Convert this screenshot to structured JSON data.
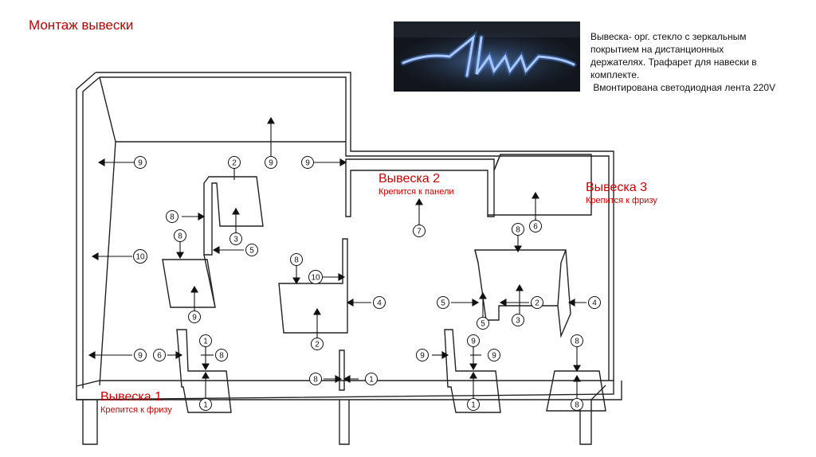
{
  "title": "Монтаж вывески",
  "description": [
    "Вывеска- орг. стекло с зеркальным",
    "покрытием на дистанционных",
    "держателях. Трафарет для навески в",
    "комплекте.",
    " Вмонтирована светодиодная лента 220V"
  ],
  "signs": [
    {
      "name": "Вывеска 1",
      "note": "Крепится к фризу"
    },
    {
      "name": "Вывеска 2",
      "note": "Крепится к панели"
    },
    {
      "name": "Вывеска 3",
      "note": "Крепится к фризу"
    }
  ],
  "callouts": [
    "9",
    "9",
    "9",
    "2",
    "8",
    "8",
    "3",
    "5",
    "10",
    "8",
    "10",
    "4",
    "2",
    "7",
    "8",
    "6",
    "5",
    "5",
    "3",
    "2",
    "4",
    "9",
    "1",
    "6",
    "9",
    "8",
    "8",
    "1",
    "9",
    "9",
    "9",
    "1",
    "1",
    "8",
    "8"
  ],
  "colors": {
    "accent": "#d00000",
    "title": "#c00000",
    "line": "#222222"
  },
  "photo_icon": "illuminated-logo-photo"
}
